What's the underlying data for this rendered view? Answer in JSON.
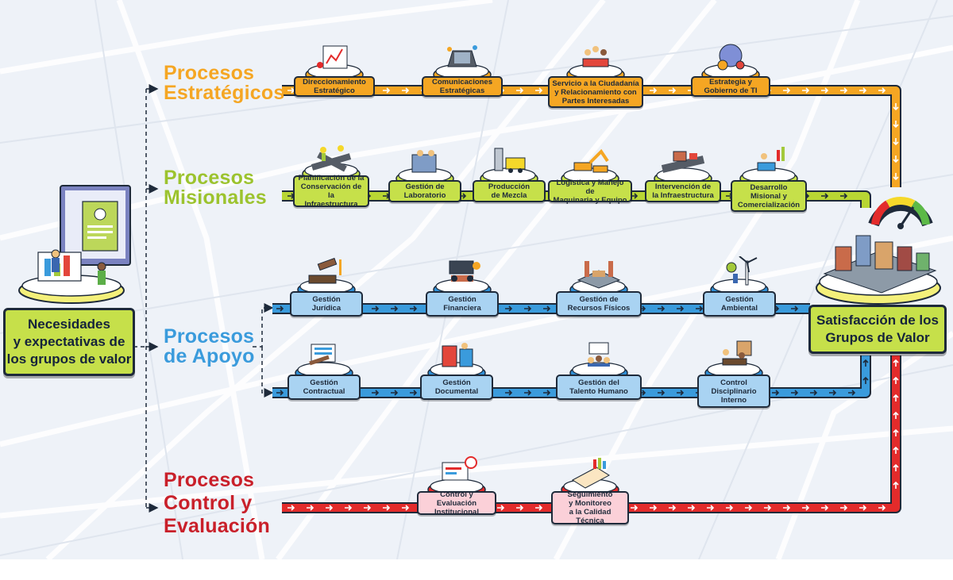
{
  "left_box": {
    "label": "Necesidades\ny expectativas de\nlos grupos de valor"
  },
  "right_box": {
    "label": "Satisfacción de los\nGrupos de Valor"
  },
  "groups": [
    {
      "id": "estrategicos",
      "title_line1": "Procesos",
      "title_line2": "Estratégicos",
      "title_line3": "",
      "color": "#f5a623"
    },
    {
      "id": "misionales",
      "title_line1": "Procesos",
      "title_line2": "Misionales",
      "title_line3": "",
      "color": "#a3c93a"
    },
    {
      "id": "apoyo",
      "title_line1": "Procesos",
      "title_line2": "de Apoyo",
      "title_line3": "",
      "color": "#3a9bdc"
    },
    {
      "id": "control",
      "title_line1": "Procesos",
      "title_line2": "Control y",
      "title_line3": "Evaluación",
      "color": "#d42b2b"
    }
  ],
  "nodes": [
    {
      "id": "direccionamiento",
      "group": "estrategicos",
      "label": "Direccionamiento\nEstratégico",
      "icon": "chart-analysis-icon"
    },
    {
      "id": "comunicaciones",
      "group": "estrategicos",
      "label": "Comunicaciones\nEstratégicas",
      "icon": "laptop-icon"
    },
    {
      "id": "servicio",
      "group": "estrategicos",
      "label": "Servicio a la Ciudadanía\ny Relacionamiento con\nPartes Interesadas",
      "icon": "people-meeting-icon"
    },
    {
      "id": "estrategia-ti",
      "group": "estrategicos",
      "label": "Estrategia y\nGobierno de TI",
      "icon": "brain-gear-icon"
    },
    {
      "id": "planificacion",
      "group": "misionales",
      "label": "Planificación de la\nConservación de la\nInfraestructura",
      "icon": "road-workers-icon"
    },
    {
      "id": "laboratorio",
      "group": "misionales",
      "label": "Gestión de\nLaboratorio",
      "icon": "lab-icon"
    },
    {
      "id": "mezcla",
      "group": "misionales",
      "label": "Producción\nde Mezcla",
      "icon": "mixing-plant-icon"
    },
    {
      "id": "logistica",
      "group": "misionales",
      "label": "Logística y Manejo de\nMaquinaria y Equipo",
      "icon": "excavator-icon"
    },
    {
      "id": "intervencion",
      "group": "misionales",
      "label": "Intervención de\nla Infraestructura",
      "icon": "road-repair-icon"
    },
    {
      "id": "desarrollo",
      "group": "misionales",
      "label": "Desarrollo\nMisional y\nComercialización",
      "icon": "business-growth-icon"
    },
    {
      "id": "juridica",
      "group": "apoyo",
      "label": "Gestión\nJurídica",
      "icon": "gavel-icon"
    },
    {
      "id": "financiera",
      "group": "apoyo",
      "label": "Gestión\nFinanciera",
      "icon": "finance-meeting-icon"
    },
    {
      "id": "recursos",
      "group": "apoyo",
      "label": "Gestión de\nRecursos Físicos",
      "icon": "warehouse-icon"
    },
    {
      "id": "ambiental",
      "group": "apoyo",
      "label": "Gestión\nAmbiental",
      "icon": "wind-turbine-icon"
    },
    {
      "id": "contractual",
      "group": "apoyo",
      "label": "Gestión\nContractual",
      "icon": "contract-signing-icon"
    },
    {
      "id": "documental",
      "group": "apoyo",
      "label": "Gestión\nDocumental",
      "icon": "filing-cabinet-icon"
    },
    {
      "id": "talento",
      "group": "apoyo",
      "label": "Gestión del\nTalento Humano",
      "icon": "team-presentation-icon"
    },
    {
      "id": "disciplinario",
      "group": "apoyo",
      "label": "Control\nDisciplinario\nInterno",
      "icon": "office-desk-icon"
    },
    {
      "id": "control-evaluacion",
      "group": "control",
      "label": "Control y Evaluación\nInstitucional",
      "icon": "dashboard-clock-icon"
    },
    {
      "id": "seguimiento",
      "group": "control",
      "label": "Seguimiento\ny Monitoreo\na la Calidad Técnica",
      "icon": "checklist-icon"
    }
  ]
}
